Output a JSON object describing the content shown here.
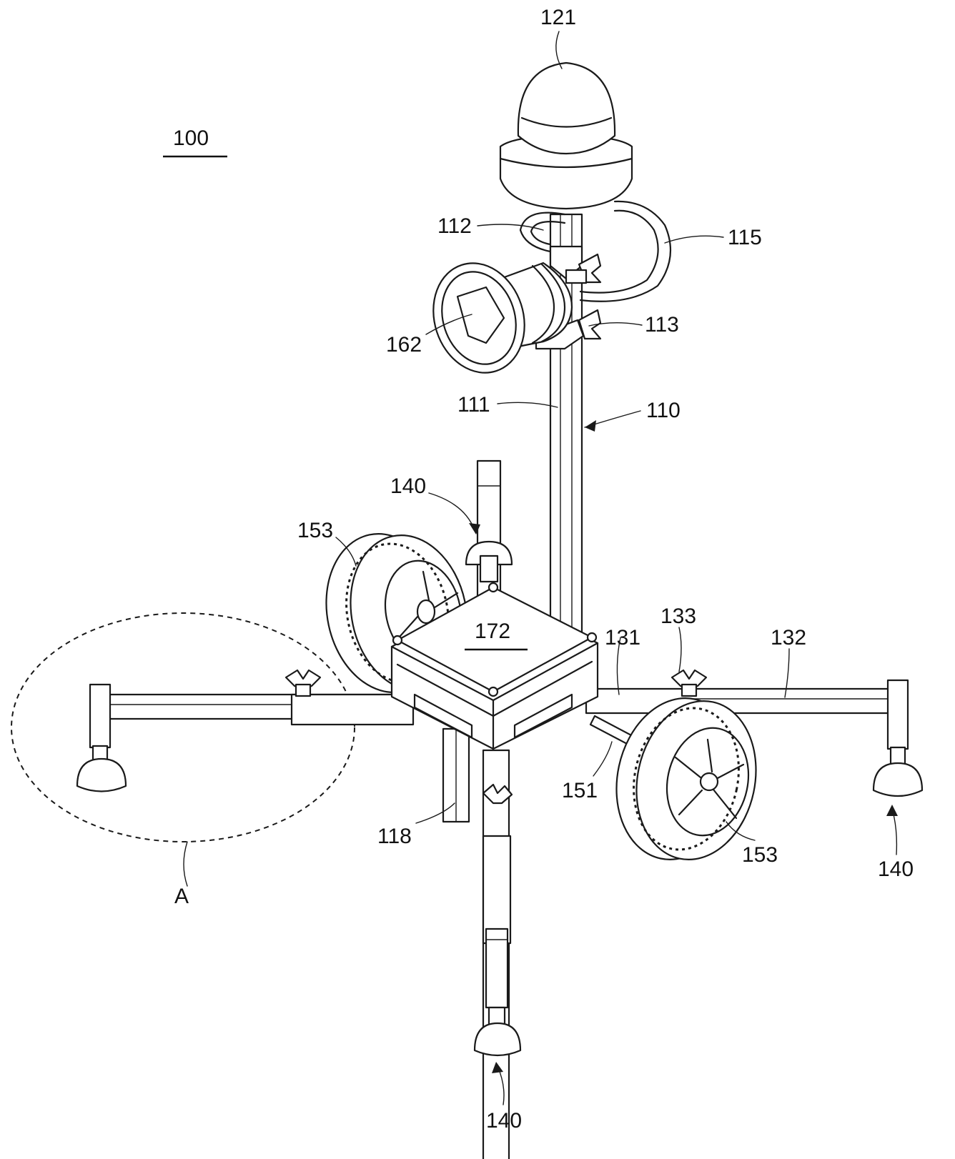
{
  "figure": {
    "labels": {
      "assembly": "100",
      "dome": "121",
      "bracket_upper": "112",
      "handle": "115",
      "clamp_knob": "113",
      "lamp": "162",
      "pole": "111",
      "stand": "110",
      "foot_top": "140",
      "wheel_left": "153",
      "box_top": "172",
      "clamp_right": "133",
      "hub": "131",
      "leg_right": "132",
      "axle": "151",
      "support": "118",
      "wheel_right": "153",
      "foot_right": "140",
      "foot_bottom": "140",
      "detail": "A"
    }
  }
}
